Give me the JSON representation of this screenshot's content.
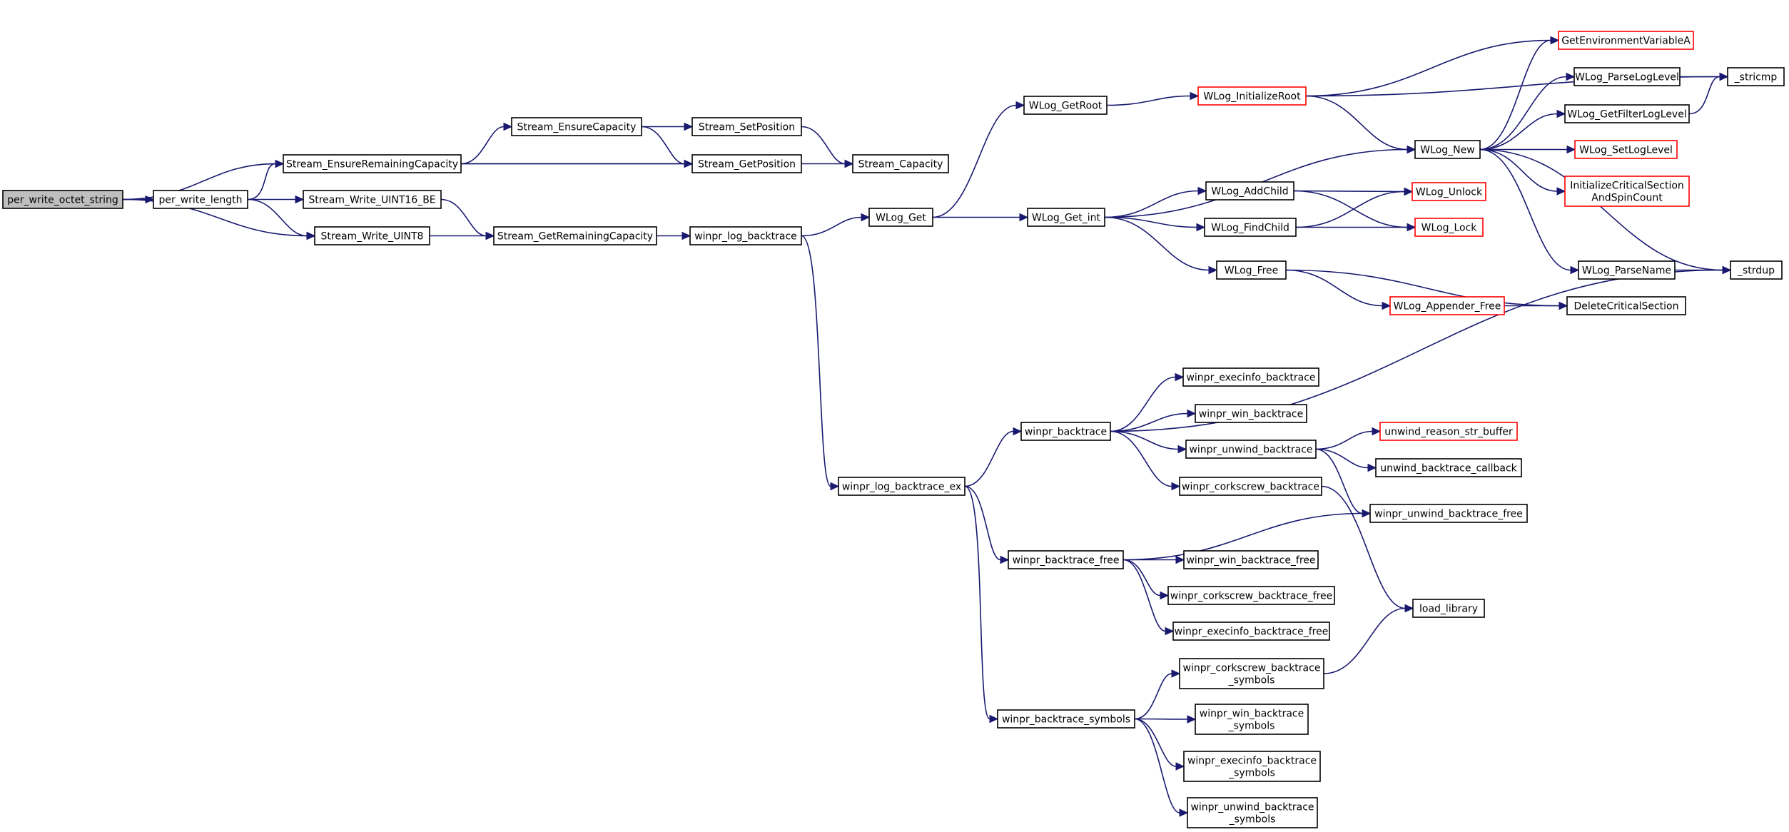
{
  "colors": {
    "edge": "#191970",
    "node_border": "#000000",
    "node_border_external": "#ff0000",
    "node_fill": "#ffffff",
    "root_fill": "#bfbfbf"
  },
  "nodes": [
    {
      "id": "per_write_octet_string",
      "lines": [
        "per_write_octet_string"
      ],
      "style": "root"
    },
    {
      "id": "per_write_length",
      "lines": [
        "per_write_length"
      ],
      "style": "normal"
    },
    {
      "id": "Stream_EnsureRemainingCapacity",
      "lines": [
        "Stream_EnsureRemainingCapacity"
      ],
      "style": "normal"
    },
    {
      "id": "Stream_EnsureCapacity",
      "lines": [
        "Stream_EnsureCapacity"
      ],
      "style": "normal"
    },
    {
      "id": "Stream_SetPosition",
      "lines": [
        "Stream_SetPosition"
      ],
      "style": "normal"
    },
    {
      "id": "Stream_GetPosition",
      "lines": [
        "Stream_GetPosition"
      ],
      "style": "normal"
    },
    {
      "id": "Stream_Capacity",
      "lines": [
        "Stream_Capacity"
      ],
      "style": "normal"
    },
    {
      "id": "Stream_Write_UINT16_BE",
      "lines": [
        "Stream_Write_UINT16_BE"
      ],
      "style": "normal"
    },
    {
      "id": "Stream_Write_UINT8",
      "lines": [
        "Stream_Write_UINT8"
      ],
      "style": "normal"
    },
    {
      "id": "Stream_GetRemainingCapacity",
      "lines": [
        "Stream_GetRemainingCapacity"
      ],
      "style": "normal"
    },
    {
      "id": "winpr_log_backtrace",
      "lines": [
        "winpr_log_backtrace"
      ],
      "style": "normal"
    },
    {
      "id": "WLog_Get",
      "lines": [
        "WLog_Get"
      ],
      "style": "normal"
    },
    {
      "id": "WLog_GetRoot",
      "lines": [
        "WLog_GetRoot"
      ],
      "style": "normal"
    },
    {
      "id": "WLog_InitializeRoot",
      "lines": [
        "WLog_InitializeRoot"
      ],
      "style": "external"
    },
    {
      "id": "WLog_Get_int",
      "lines": [
        "WLog_Get_int"
      ],
      "style": "normal"
    },
    {
      "id": "WLog_AddChild",
      "lines": [
        "WLog_AddChild"
      ],
      "style": "normal"
    },
    {
      "id": "WLog_FindChild",
      "lines": [
        "WLog_FindChild"
      ],
      "style": "normal"
    },
    {
      "id": "WLog_Free",
      "lines": [
        "WLog_Free"
      ],
      "style": "normal"
    },
    {
      "id": "WLog_New",
      "lines": [
        "WLog_New"
      ],
      "style": "normal"
    },
    {
      "id": "WLog_Unlock",
      "lines": [
        "WLog_Unlock"
      ],
      "style": "external"
    },
    {
      "id": "WLog_Lock",
      "lines": [
        "WLog_Lock"
      ],
      "style": "external"
    },
    {
      "id": "WLog_Appender_Free",
      "lines": [
        "WLog_Appender_Free"
      ],
      "style": "external"
    },
    {
      "id": "GetEnvironmentVariableA",
      "lines": [
        "GetEnvironmentVariableA"
      ],
      "style": "external"
    },
    {
      "id": "WLog_ParseLogLevel",
      "lines": [
        "WLog_ParseLogLevel"
      ],
      "style": "normal"
    },
    {
      "id": "WLog_GetFilterLogLevel",
      "lines": [
        "WLog_GetFilterLogLevel"
      ],
      "style": "normal"
    },
    {
      "id": "WLog_SetLogLevel",
      "lines": [
        "WLog_SetLogLevel"
      ],
      "style": "external"
    },
    {
      "id": "InitializeCriticalSectionAndSpinCount",
      "lines": [
        "InitializeCriticalSection",
        "AndSpinCount"
      ],
      "style": "external"
    },
    {
      "id": "WLog_ParseName",
      "lines": [
        "WLog_ParseName"
      ],
      "style": "normal"
    },
    {
      "id": "DeleteCriticalSection",
      "lines": [
        "DeleteCriticalSection"
      ],
      "style": "normal"
    },
    {
      "id": "_stricmp",
      "lines": [
        "_stricmp"
      ],
      "style": "normal"
    },
    {
      "id": "_strdup",
      "lines": [
        "_strdup"
      ],
      "style": "normal"
    },
    {
      "id": "winpr_log_backtrace_ex",
      "lines": [
        "winpr_log_backtrace_ex"
      ],
      "style": "normal"
    },
    {
      "id": "winpr_backtrace",
      "lines": [
        "winpr_backtrace"
      ],
      "style": "normal"
    },
    {
      "id": "winpr_execinfo_backtrace",
      "lines": [
        "winpr_execinfo_backtrace"
      ],
      "style": "normal"
    },
    {
      "id": "winpr_win_backtrace",
      "lines": [
        "winpr_win_backtrace"
      ],
      "style": "normal"
    },
    {
      "id": "winpr_unwind_backtrace",
      "lines": [
        "winpr_unwind_backtrace"
      ],
      "style": "normal"
    },
    {
      "id": "winpr_corkscrew_backtrace",
      "lines": [
        "winpr_corkscrew_backtrace"
      ],
      "style": "normal"
    },
    {
      "id": "unwind_reason_str_buffer",
      "lines": [
        "unwind_reason_str_buffer"
      ],
      "style": "external"
    },
    {
      "id": "unwind_backtrace_callback",
      "lines": [
        "unwind_backtrace_callback"
      ],
      "style": "normal"
    },
    {
      "id": "winpr_unwind_backtrace_free",
      "lines": [
        "winpr_unwind_backtrace_free"
      ],
      "style": "normal"
    },
    {
      "id": "load_library",
      "lines": [
        "load_library"
      ],
      "style": "normal"
    },
    {
      "id": "winpr_backtrace_free",
      "lines": [
        "winpr_backtrace_free"
      ],
      "style": "normal"
    },
    {
      "id": "winpr_win_backtrace_free",
      "lines": [
        "winpr_win_backtrace_free"
      ],
      "style": "normal"
    },
    {
      "id": "winpr_corkscrew_backtrace_free",
      "lines": [
        "winpr_corkscrew_backtrace_free"
      ],
      "style": "normal"
    },
    {
      "id": "winpr_execinfo_backtrace_free",
      "lines": [
        "winpr_execinfo_backtrace_free"
      ],
      "style": "normal"
    },
    {
      "id": "winpr_backtrace_symbols",
      "lines": [
        "winpr_backtrace_symbols"
      ],
      "style": "normal"
    },
    {
      "id": "winpr_corkscrew_backtrace_symbols",
      "lines": [
        "winpr_corkscrew_backtrace",
        "_symbols"
      ],
      "style": "normal"
    },
    {
      "id": "winpr_win_backtrace_symbols",
      "lines": [
        "winpr_win_backtrace",
        "_symbols"
      ],
      "style": "normal"
    },
    {
      "id": "winpr_execinfo_backtrace_symbols",
      "lines": [
        "winpr_execinfo_backtrace",
        "_symbols"
      ],
      "style": "normal"
    },
    {
      "id": "winpr_unwind_backtrace_symbols",
      "lines": [
        "winpr_unwind_backtrace",
        "_symbols"
      ],
      "style": "normal"
    }
  ],
  "edges": [
    [
      "per_write_octet_string",
      "per_write_length"
    ],
    [
      "per_write_octet_string",
      "Stream_EnsureRemainingCapacity"
    ],
    [
      "per_write_octet_string",
      "Stream_Write_UINT8"
    ],
    [
      "per_write_length",
      "Stream_EnsureRemainingCapacity"
    ],
    [
      "per_write_length",
      "Stream_Write_UINT16_BE"
    ],
    [
      "per_write_length",
      "Stream_Write_UINT8"
    ],
    [
      "Stream_EnsureRemainingCapacity",
      "Stream_EnsureCapacity"
    ],
    [
      "Stream_EnsureRemainingCapacity",
      "Stream_GetPosition"
    ],
    [
      "Stream_EnsureRemainingCapacity",
      "Stream_Capacity"
    ],
    [
      "Stream_EnsureCapacity",
      "Stream_SetPosition"
    ],
    [
      "Stream_EnsureCapacity",
      "Stream_GetPosition"
    ],
    [
      "Stream_SetPosition",
      "Stream_Capacity"
    ],
    [
      "Stream_Write_UINT16_BE",
      "Stream_GetRemainingCapacity"
    ],
    [
      "Stream_Write_UINT8",
      "Stream_GetRemainingCapacity"
    ],
    [
      "Stream_GetRemainingCapacity",
      "winpr_log_backtrace"
    ],
    [
      "winpr_log_backtrace",
      "WLog_Get"
    ],
    [
      "winpr_log_backtrace",
      "winpr_log_backtrace_ex"
    ],
    [
      "WLog_Get",
      "WLog_GetRoot"
    ],
    [
      "WLog_Get",
      "WLog_Get_int"
    ],
    [
      "WLog_GetRoot",
      "WLog_InitializeRoot"
    ],
    [
      "WLog_InitializeRoot",
      "_stricmp"
    ],
    [
      "WLog_InitializeRoot",
      "GetEnvironmentVariableA"
    ],
    [
      "WLog_InitializeRoot",
      "WLog_New"
    ],
    [
      "WLog_Get_int",
      "WLog_New"
    ],
    [
      "WLog_Get_int",
      "WLog_AddChild"
    ],
    [
      "WLog_Get_int",
      "WLog_FindChild"
    ],
    [
      "WLog_Get_int",
      "WLog_Free"
    ],
    [
      "WLog_AddChild",
      "WLog_Unlock"
    ],
    [
      "WLog_AddChild",
      "WLog_Lock"
    ],
    [
      "WLog_FindChild",
      "WLog_Unlock"
    ],
    [
      "WLog_FindChild",
      "WLog_Lock"
    ],
    [
      "WLog_Free",
      "DeleteCriticalSection"
    ],
    [
      "WLog_Free",
      "WLog_Appender_Free"
    ],
    [
      "WLog_Appender_Free",
      "DeleteCriticalSection"
    ],
    [
      "WLog_New",
      "GetEnvironmentVariableA"
    ],
    [
      "WLog_New",
      "WLog_ParseLogLevel"
    ],
    [
      "WLog_New",
      "WLog_GetFilterLogLevel"
    ],
    [
      "WLog_New",
      "WLog_SetLogLevel"
    ],
    [
      "WLog_New",
      "InitializeCriticalSectionAndSpinCount"
    ],
    [
      "WLog_New",
      "WLog_ParseName"
    ],
    [
      "WLog_New",
      "_strdup"
    ],
    [
      "WLog_ParseLogLevel",
      "_stricmp"
    ],
    [
      "WLog_GetFilterLogLevel",
      "_stricmp"
    ],
    [
      "WLog_ParseName",
      "_strdup"
    ],
    [
      "winpr_log_backtrace_ex",
      "winpr_backtrace"
    ],
    [
      "winpr_log_backtrace_ex",
      "winpr_backtrace_free"
    ],
    [
      "winpr_log_backtrace_ex",
      "winpr_backtrace_symbols"
    ],
    [
      "winpr_backtrace",
      "_strdup"
    ],
    [
      "winpr_backtrace",
      "winpr_execinfo_backtrace"
    ],
    [
      "winpr_backtrace",
      "winpr_win_backtrace"
    ],
    [
      "winpr_backtrace",
      "winpr_unwind_backtrace"
    ],
    [
      "winpr_backtrace",
      "winpr_corkscrew_backtrace"
    ],
    [
      "winpr_unwind_backtrace",
      "unwind_reason_str_buffer"
    ],
    [
      "winpr_unwind_backtrace",
      "unwind_backtrace_callback"
    ],
    [
      "winpr_unwind_backtrace",
      "winpr_unwind_backtrace_free"
    ],
    [
      "winpr_corkscrew_backtrace",
      "load_library"
    ],
    [
      "winpr_backtrace_free",
      "winpr_unwind_backtrace_free"
    ],
    [
      "winpr_backtrace_free",
      "winpr_win_backtrace_free"
    ],
    [
      "winpr_backtrace_free",
      "winpr_corkscrew_backtrace_free"
    ],
    [
      "winpr_backtrace_free",
      "winpr_execinfo_backtrace_free"
    ],
    [
      "winpr_backtrace_symbols",
      "winpr_corkscrew_backtrace_symbols"
    ],
    [
      "winpr_backtrace_symbols",
      "winpr_win_backtrace_symbols"
    ],
    [
      "winpr_backtrace_symbols",
      "winpr_execinfo_backtrace_symbols"
    ],
    [
      "winpr_backtrace_symbols",
      "winpr_unwind_backtrace_symbols"
    ],
    [
      "winpr_corkscrew_backtrace_symbols",
      "load_library"
    ]
  ]
}
